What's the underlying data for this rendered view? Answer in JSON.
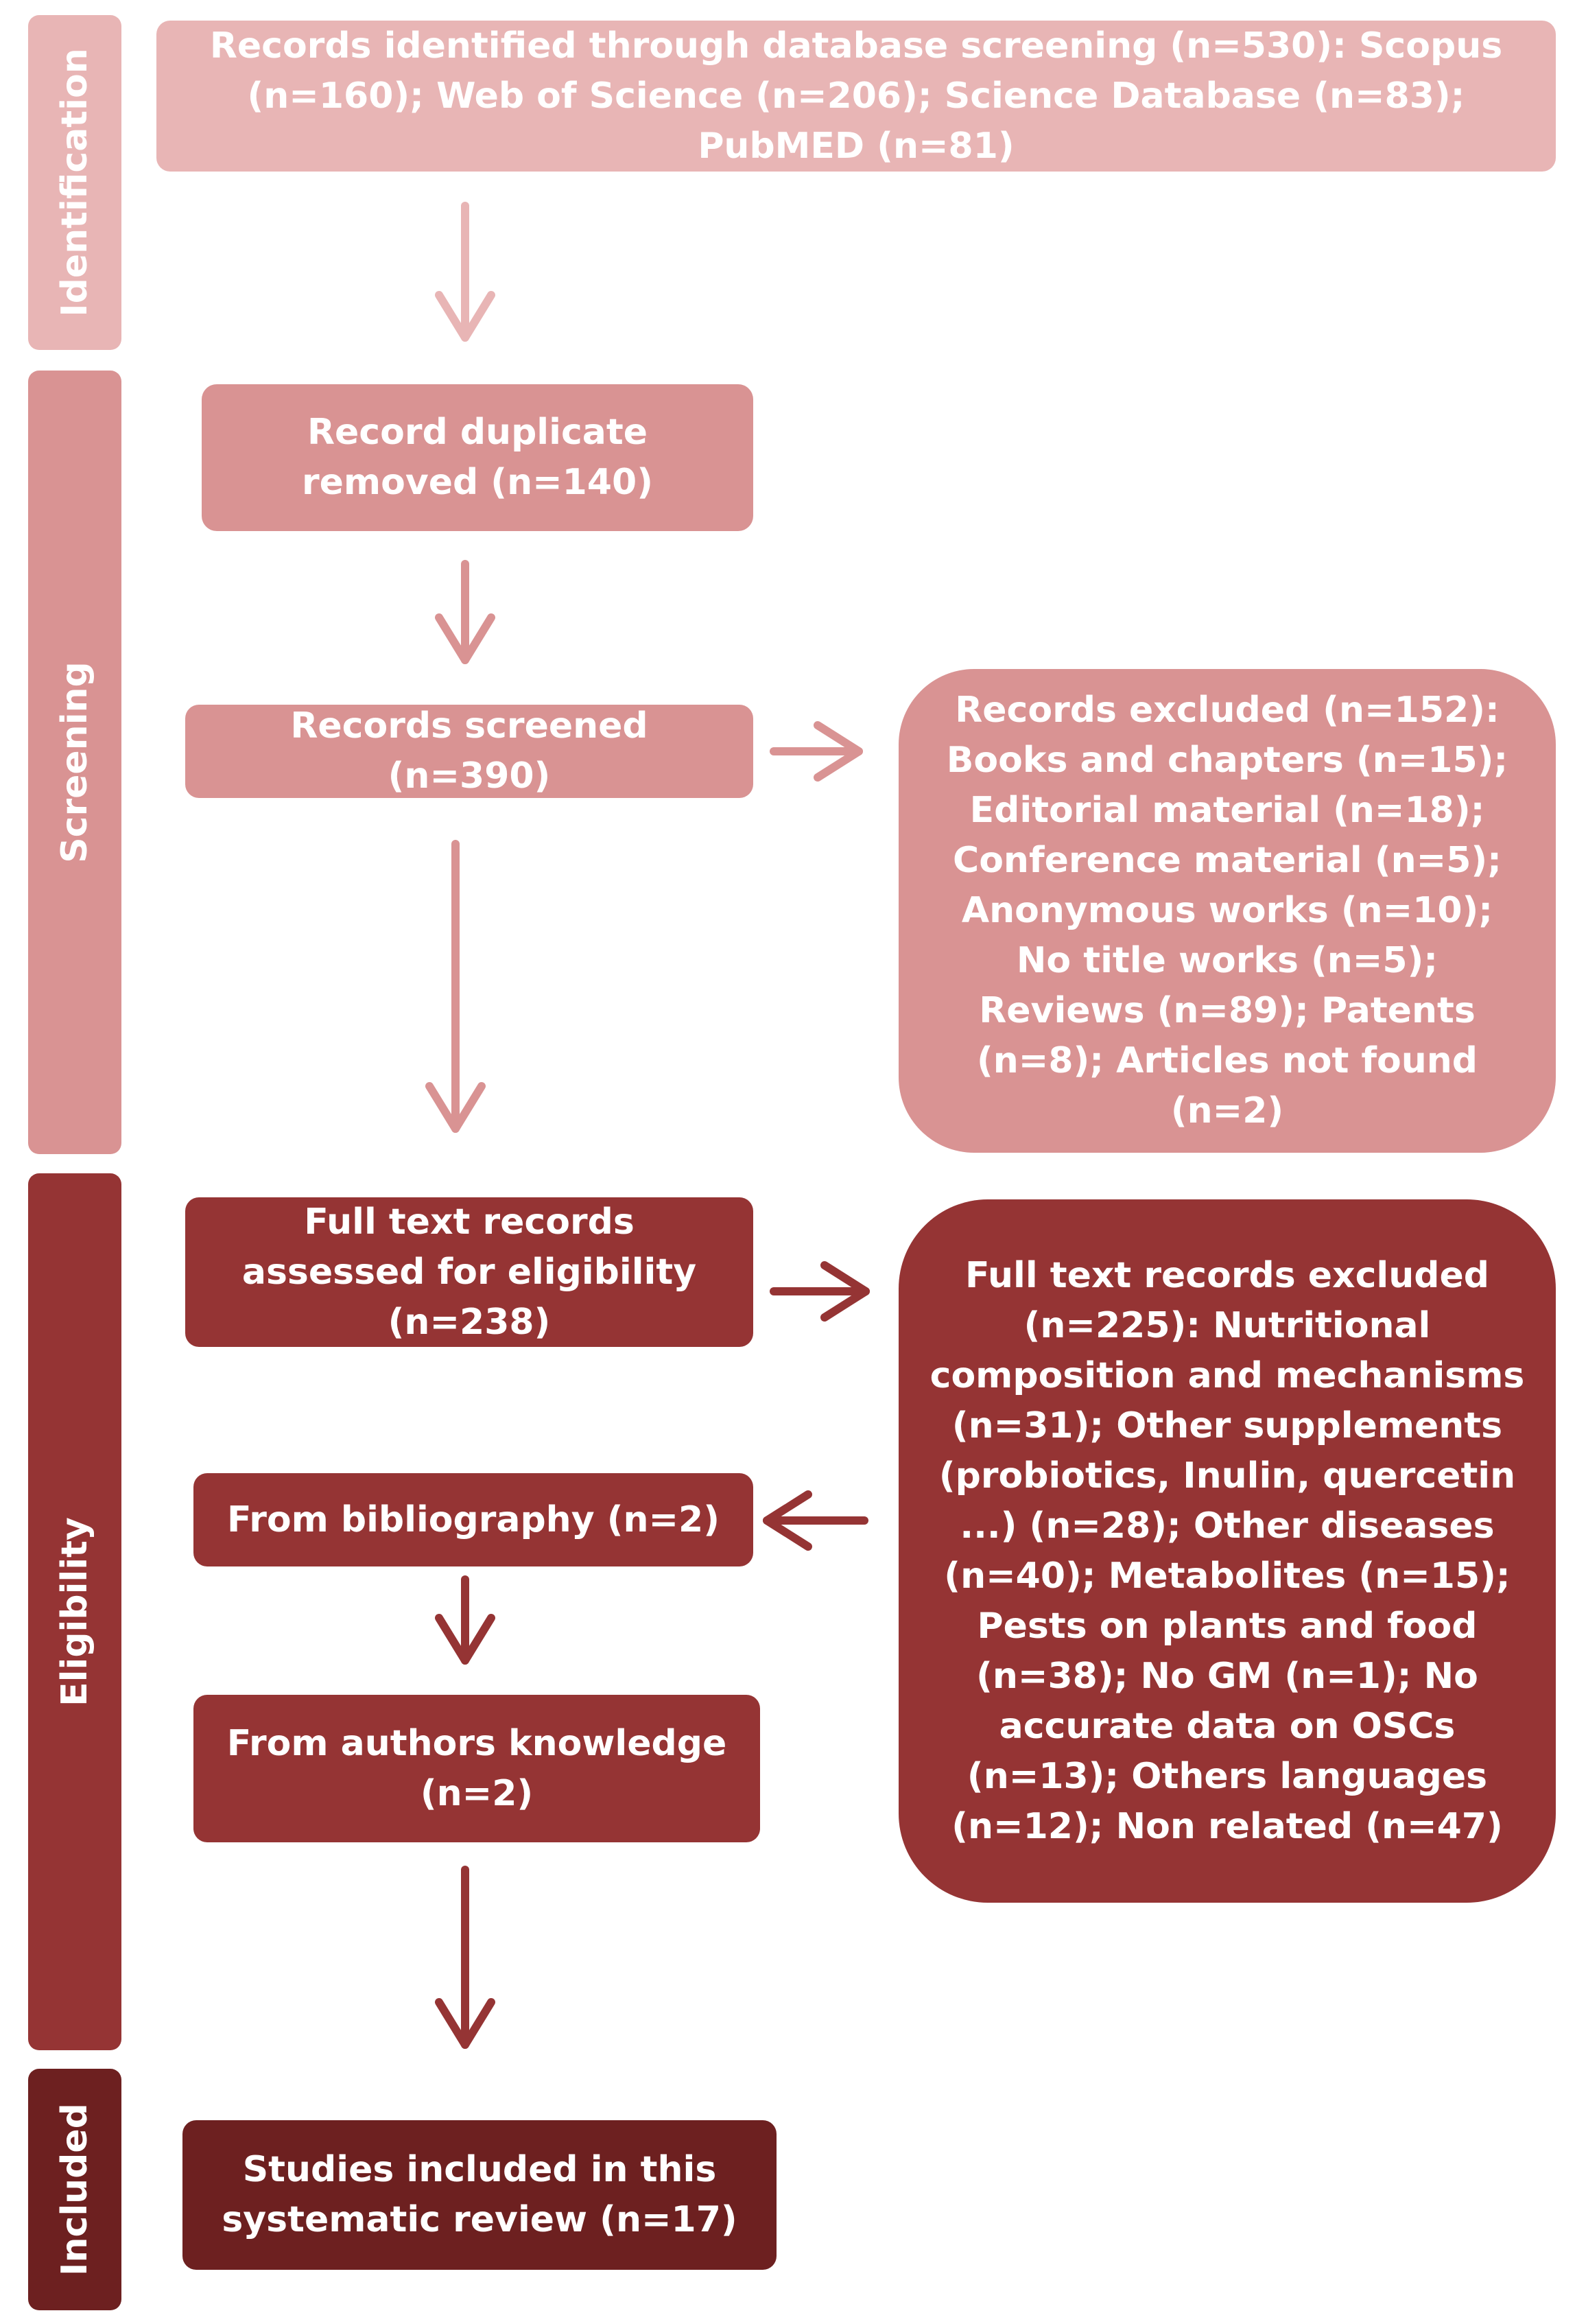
{
  "stages": {
    "identification": "Identification",
    "screening": "Screening",
    "eligibility": "Eligibility",
    "included": "Included"
  },
  "boxes": {
    "identified": "Records identified through database screening (n=530): Scopus (n=160); Web of Science (n=206); Science Database (n=83); PubMED (n=81)",
    "duplicates": "Record duplicate removed (n=140)",
    "screened": "Records screened (n=390)",
    "excluded": "Records excluded (n=152): Books and chapters (n=15); Editorial material (n=18); Conference material (n=5); Anonymous works (n=10); No title works (n=5); Reviews (n=89); Patents (n=8); Articles not found (n=2)",
    "full_text": "Full text records assessed for eligibility (n=238)",
    "full_text_excluded": "Full text records excluded (n=225): Nutritional composition and mechanisms (n=31); Other supplements (probiotics, Inulin, quercetin ...) (n=28); Other diseases (n=40); Metabolites (n=15); Pests on plants and food (n=38); No GM (n=1); No accurate data on OSCs (n=13); Others languages (n=12); Non related (n=47)",
    "bibliography": "From bibliography (n=2)",
    "authors": "From authors knowledge (n=2)",
    "included": "Studies included in this systematic review (n=17)"
  },
  "colors": {
    "identification": "#e8b5b5",
    "screening": "#d99393",
    "eligibility": "#953434",
    "included": "#6d2020"
  }
}
